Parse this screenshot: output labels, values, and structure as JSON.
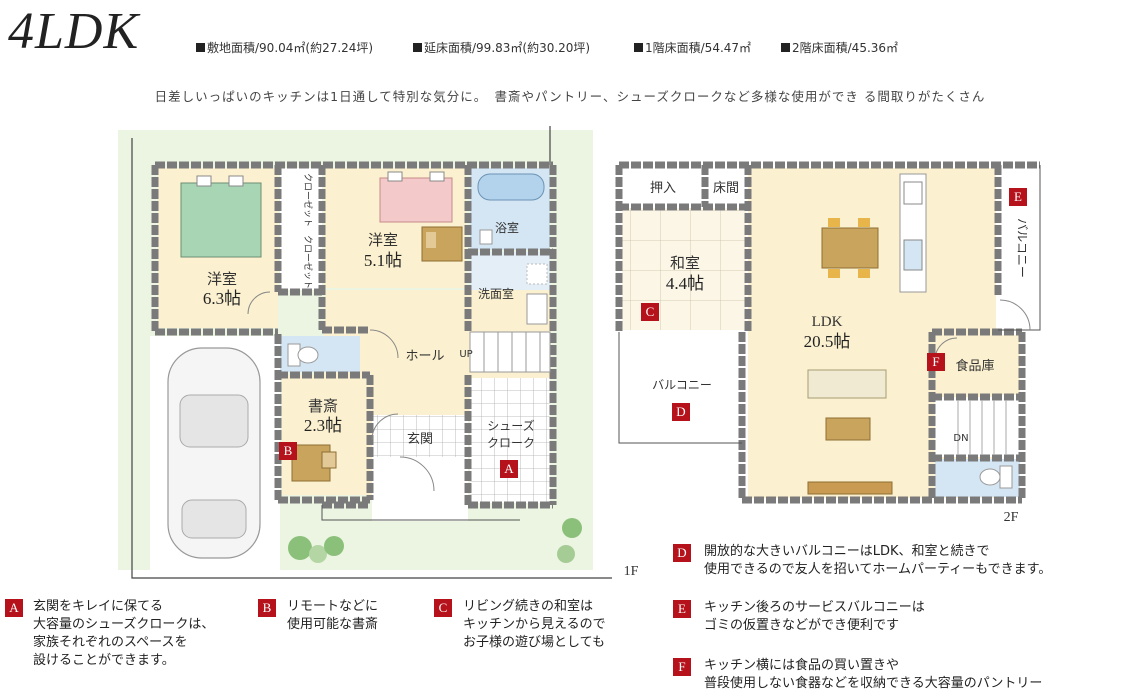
{
  "header": {
    "title": "4LDK",
    "specs": [
      "敷地面積/90.04㎡(約27.24坪)",
      "延床面積/99.83㎡(約30.20坪)",
      "1階床面積/54.47㎡",
      "2階床面積/45.36㎡"
    ],
    "tagline": "日差しいっぱいのキッチンは1日通して特別な気分に。　書斎やパントリー、シューズクロークなど多様な使用ができ る間取りがたくさん"
  },
  "floor1": {
    "label": "1F",
    "rooms": {
      "western_a_name": "洋室",
      "western_a_size": "6.3帖",
      "closet_1": "クローゼット",
      "closet_2": "クローゼット",
      "western_b_name": "洋室",
      "western_b_size": "5.1帖",
      "bath": "浴室",
      "washroom": "洗面室",
      "hall": "ホール",
      "up": "UP",
      "study_name": "書斎",
      "study_size": "2.3帖",
      "entrance": "玄関",
      "shoe_cloak_1": "シューズ",
      "shoe_cloak_2": "クローク"
    }
  },
  "floor2": {
    "label": "2F",
    "rooms": {
      "oshiire": "押入",
      "tokonoma": "床間",
      "japanese_name": "和室",
      "japanese_size": "4.4帖",
      "ldk_name": "LDK",
      "ldk_size": "20.5帖",
      "balcony_d": "バルコニー",
      "balcony_e": "バルコニー",
      "pantry": "食品庫",
      "dn": "DN"
    }
  },
  "badges": {
    "a": "A",
    "b": "B",
    "c": "C",
    "d": "D",
    "e": "E",
    "f": "F"
  },
  "notes": {
    "a": [
      "玄関をキレイに保てる",
      "大容量のシューズクロークは、",
      "家族それぞれのスペースを",
      "設けることができます。"
    ],
    "b": [
      "リモートなどに",
      "使用可能な書斎"
    ],
    "c": [
      "リビング続きの和室は",
      "キッチンから見えるので",
      "お子様の遊び場としても"
    ],
    "d": [
      "開放的な大きいバルコニーはLDK、和室と続きで",
      "使用できるので友人を招いてホームパーティーもできます。"
    ],
    "e": [
      "キッチン後ろのサービスバルコニーは",
      "ゴミの仮置きなどができ便利です"
    ],
    "f": [
      "キッチン横には食品の買い置きや",
      "普段使用しない食器などを収納できる大容量のパントリー"
    ]
  },
  "colors": {
    "badge": "#b5121b",
    "floor_yellow": "#fbf0cf",
    "wood": "#c9a45c",
    "bed_green": "#a8d5b3",
    "bed_pink": "#f4c9c9",
    "water_blue": "#d4e6f3",
    "wall": "#7a7a7a",
    "garden_green": "#cfe3b3"
  }
}
